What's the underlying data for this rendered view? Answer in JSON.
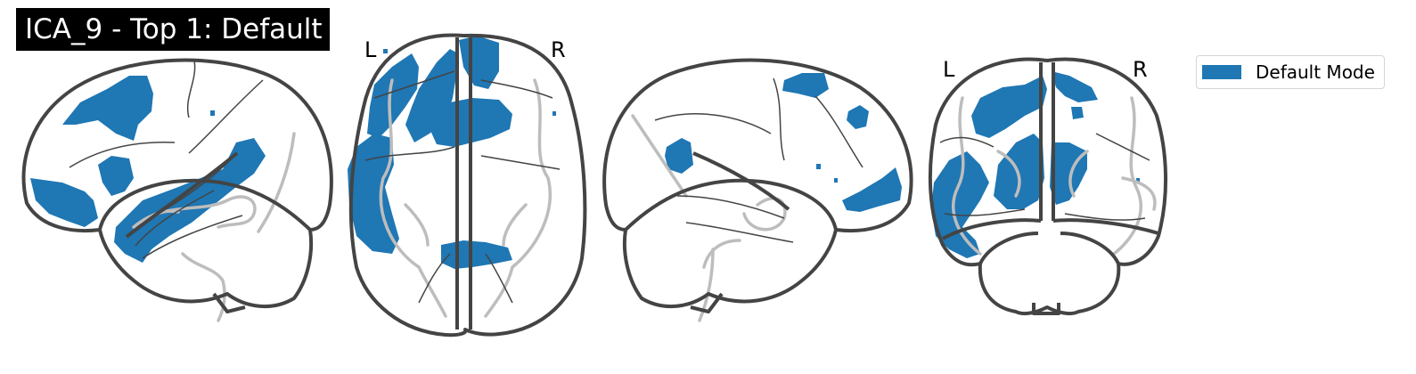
{
  "title": "ICA_9 - Top 1: Default",
  "views": {
    "axial": {
      "left_label": "L",
      "right_label": "R"
    },
    "coronal": {
      "left_label": "L",
      "right_label": "R"
    }
  },
  "legend": {
    "label": "Default Mode",
    "color": "#1f77b4"
  },
  "colors": {
    "activation": "#1f77b4",
    "outline": "#444444",
    "ghost": "#bdbdbd"
  }
}
